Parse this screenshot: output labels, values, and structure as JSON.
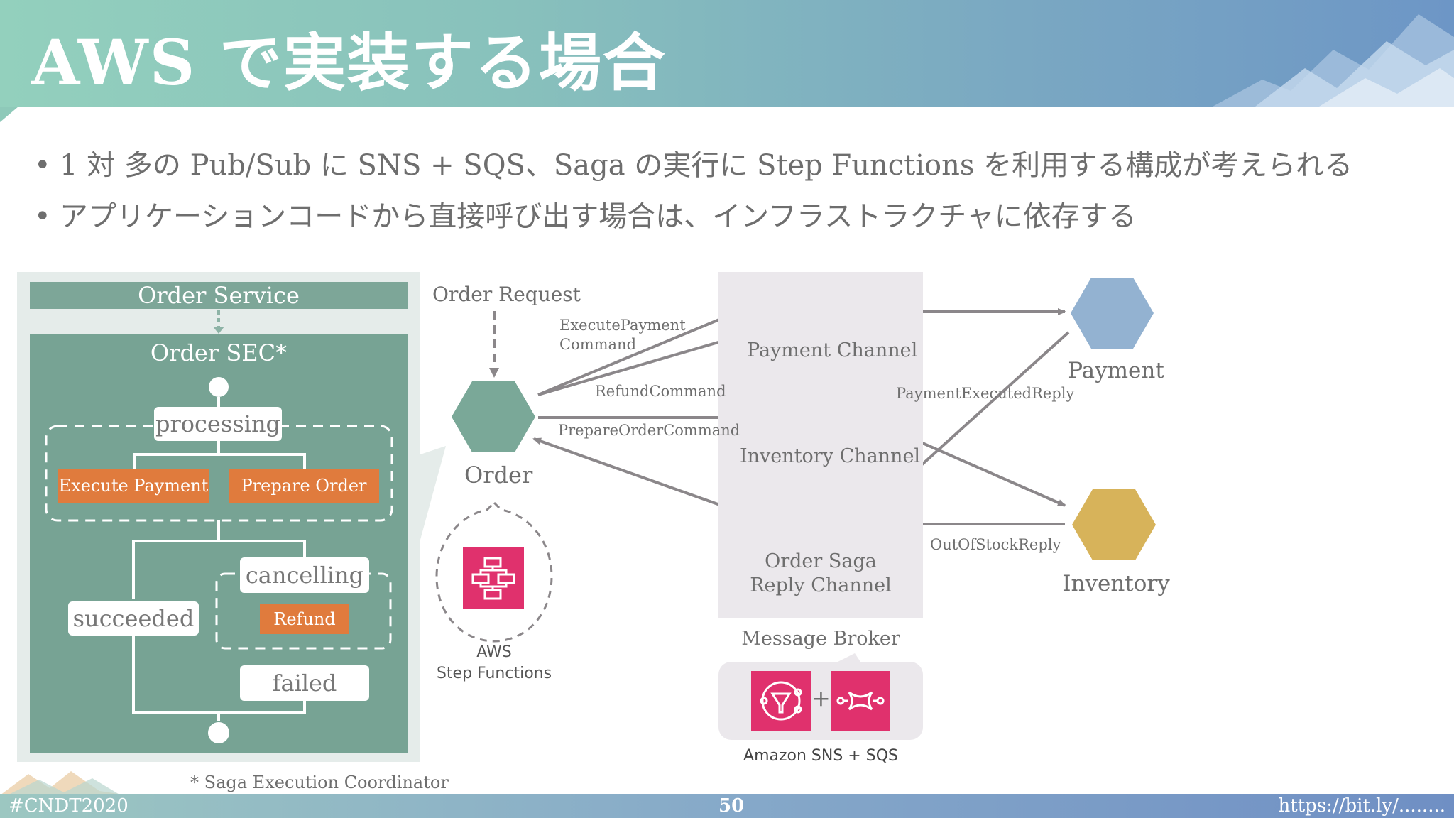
{
  "slide": {
    "title": "AWS で実装する場合",
    "bullets": [
      "1 対 多の Pub/Sub に SNS + SQS、Saga の実行に Step Functions を利用する構成が考えられる",
      "アプリケーションコードから直接呼び出す場合は、インフラストラクチャに依存する"
    ]
  },
  "left_panel": {
    "service_label": "Order Service",
    "sec_label": "Order SEC*",
    "states": {
      "processing": "processing",
      "cancelling": "cancelling",
      "succeeded": "succeeded",
      "failed": "failed"
    },
    "actions": {
      "execute_payment": "Execute Payment",
      "prepare_order": "Prepare Order",
      "refund": "Refund"
    },
    "footnote": "* Saga Execution Coordinator"
  },
  "diagram": {
    "order_request": "Order Request",
    "order": "Order",
    "aws_step_functions": [
      "AWS",
      "Step Functions"
    ],
    "commands": {
      "execute_payment_1": "ExecutePayment",
      "execute_payment_2": "Command",
      "refund": "RefundCommand",
      "prepare_order": "PrepareOrderCommand"
    },
    "channels": {
      "payment": "Payment Channel",
      "inventory": "Inventory Channel",
      "reply_1": "Order Saga",
      "reply_2": "Reply Channel"
    },
    "replies": {
      "payment_executed": "PaymentExecutedReply",
      "out_of_stock": "OutOfStockReply"
    },
    "services": {
      "payment": "Payment",
      "inventory": "Inventory"
    },
    "message_broker": "Message Broker",
    "plus": "+",
    "sns_sqs": "Amazon SNS + SQS"
  },
  "footer": {
    "hashtag": "#CNDT2020",
    "page": "50",
    "url": "https://bit.ly/........"
  },
  "colors": {
    "order_hex": "#7aa898",
    "payment_hex": "#93b2d1",
    "inventory_hex": "#d7b35a",
    "action_orange": "#e07b3d",
    "aws_pink": "#e0316d"
  }
}
